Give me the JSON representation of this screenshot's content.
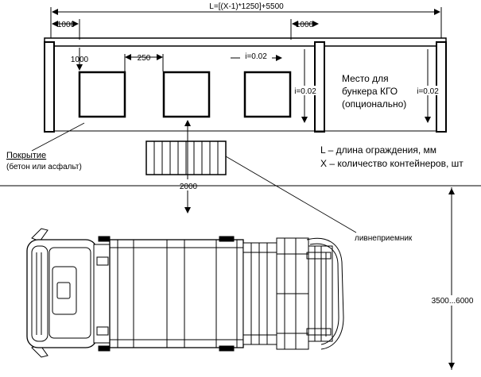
{
  "dimensions": {
    "total_length_formula": "L=[(X-1)*1250]+5500",
    "left_offset": "1000",
    "right_offset": "1000",
    "container_offset": "1000",
    "container_gap": "250",
    "approach_width": "2000",
    "truck_lane_width": "3500...6000"
  },
  "slopes": {
    "top": "i=0.02",
    "middle_right": "i=0.02",
    "far_right": "i=0.02"
  },
  "labels": {
    "kgo_place_line1": "Место для",
    "kgo_place_line2": "бункера КГО",
    "kgo_place_line3": "(опционально)",
    "covering_title": "Покрытие",
    "covering_desc": "(бетон или асфальт)",
    "drain": "ливнеприемник"
  },
  "legend": {
    "l_def": "L – длина ограждения, мм",
    "x_def": "X – количество контейнеров, шт"
  }
}
